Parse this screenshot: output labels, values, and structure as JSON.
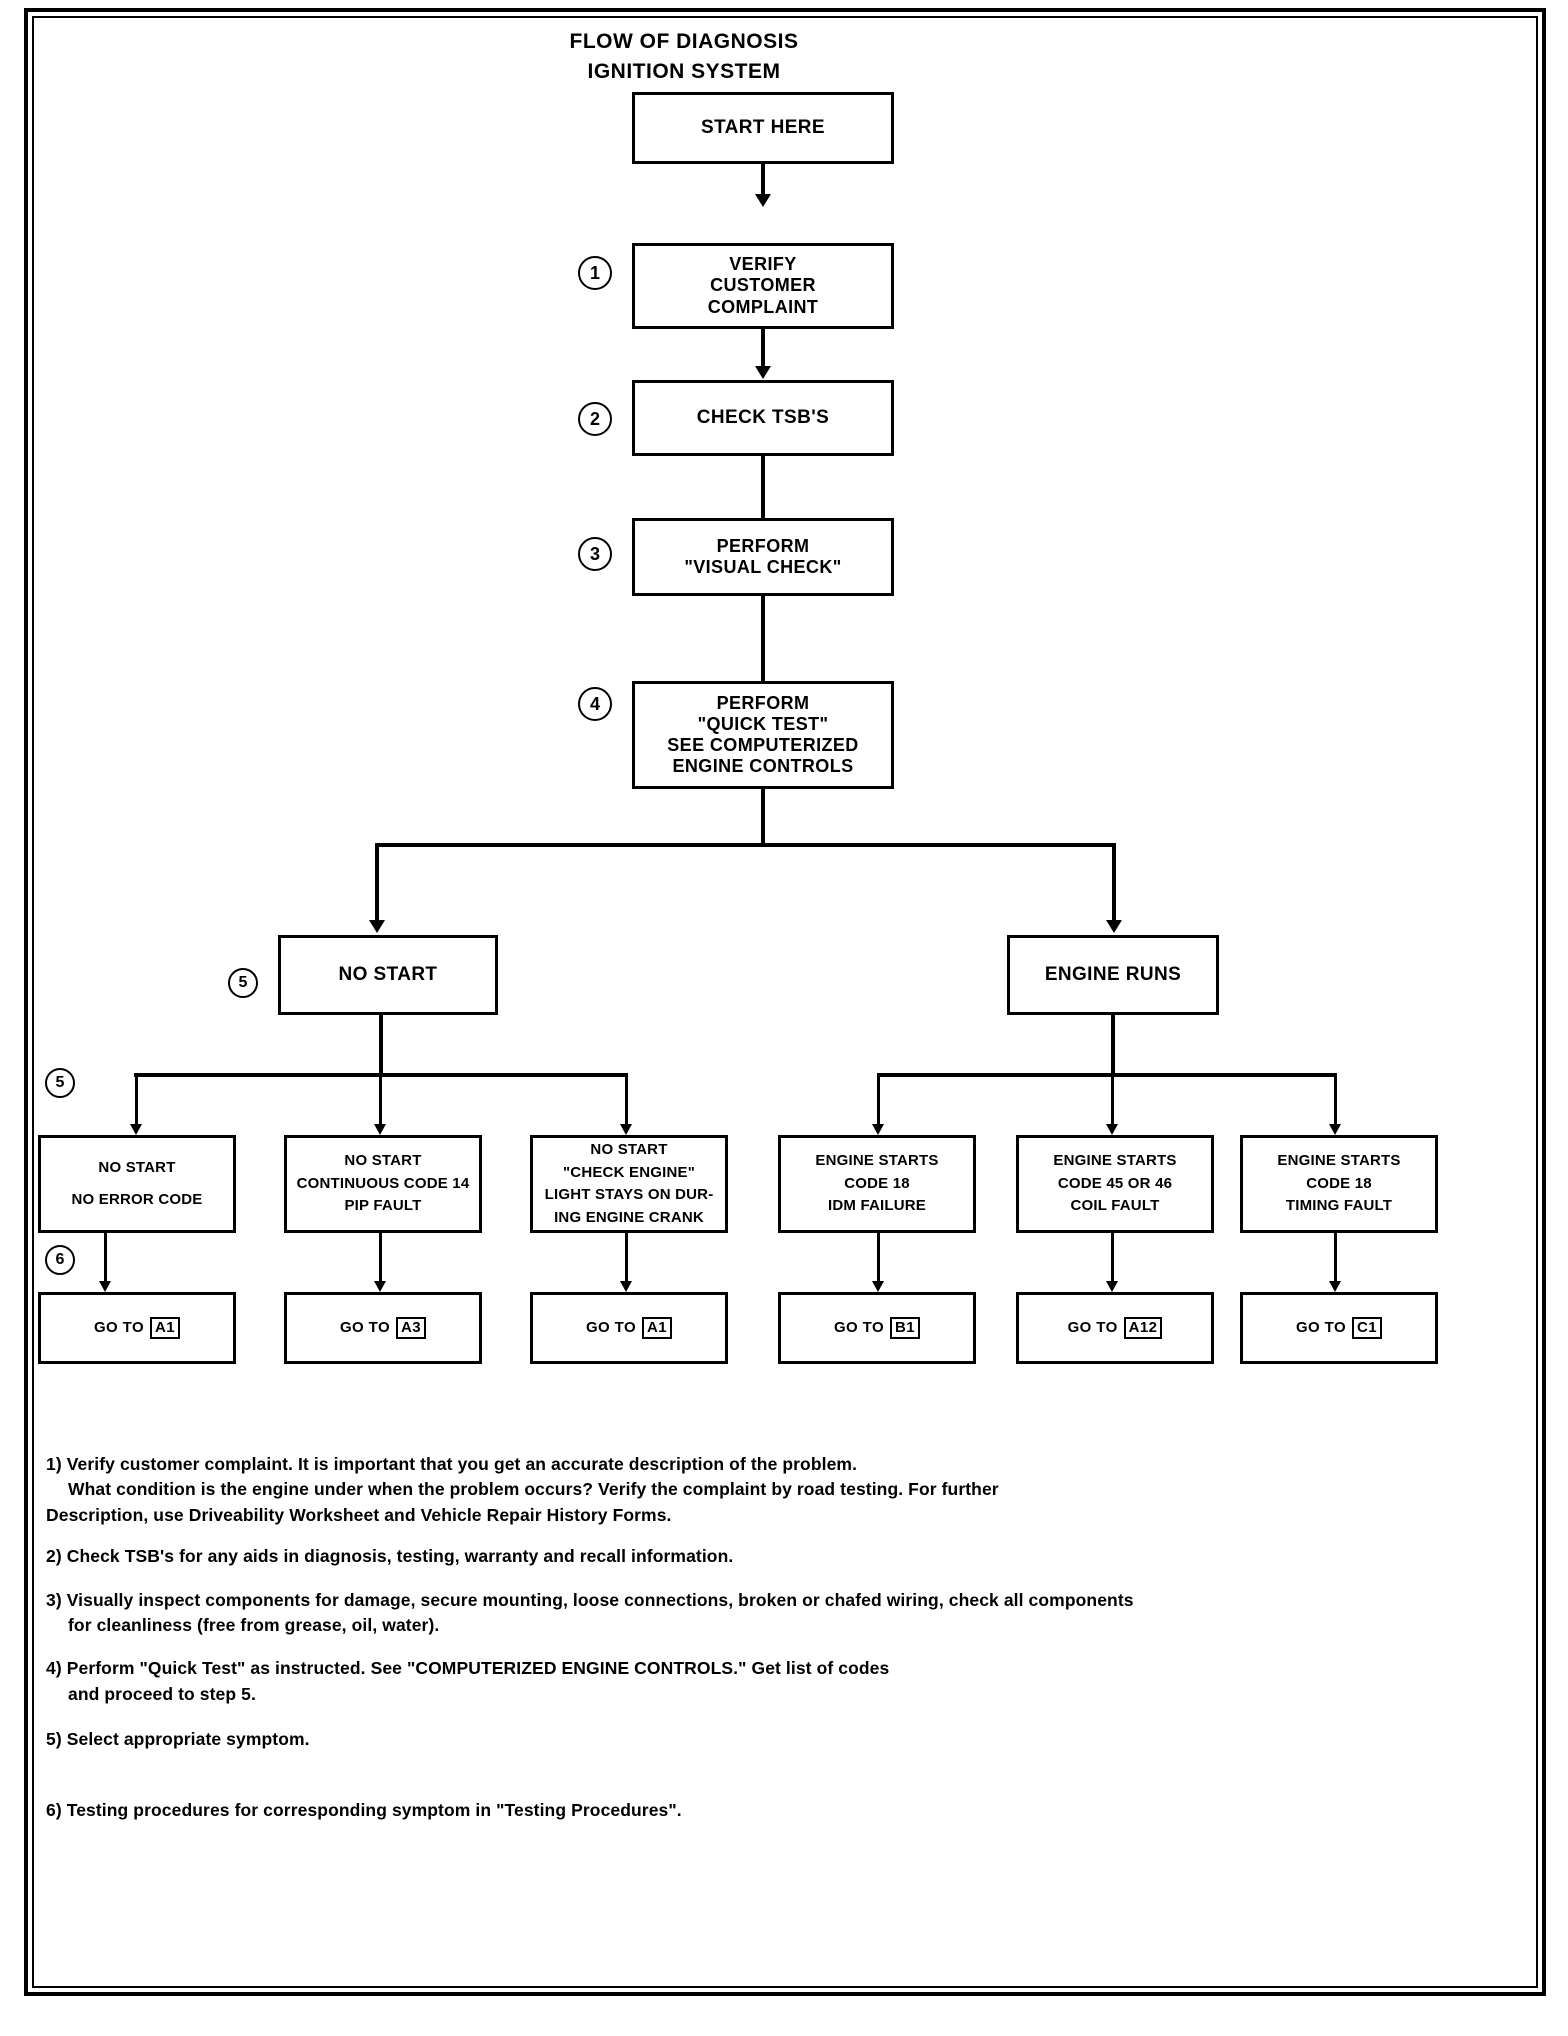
{
  "title": {
    "line1": "FLOW OF DIAGNOSIS",
    "line2": "IGNITION SYSTEM"
  },
  "flow": {
    "start": {
      "label": "START HERE"
    },
    "step1": {
      "number": "1",
      "lines": [
        "VERIFY",
        "CUSTOMER",
        "COMPLAINT"
      ]
    },
    "step2": {
      "number": "2",
      "lines": [
        "CHECK TSB'S"
      ]
    },
    "step3": {
      "number": "3",
      "lines": [
        "PERFORM",
        "\"VISUAL CHECK\""
      ]
    },
    "step4": {
      "number": "4",
      "lines": [
        "PERFORM",
        "\"QUICK TEST\"",
        "SEE COMPUTERIZED",
        "ENGINE CONTROLS"
      ]
    },
    "branch_left": {
      "number": "5",
      "label": "NO START"
    },
    "branch_right": {
      "label": "ENGINE RUNS"
    },
    "symptom_row_number": "5",
    "goto_row_number": "6",
    "symptoms": [
      {
        "lines": [
          "NO START",
          "",
          "NO ERROR CODE"
        ]
      },
      {
        "lines": [
          "NO START",
          "CONTINUOUS CODE 14",
          "PIP FAULT"
        ]
      },
      {
        "lines": [
          "NO START",
          "\"CHECK ENGINE\"",
          "LIGHT STAYS ON DUR-",
          "ING ENGINE CRANK"
        ]
      },
      {
        "lines": [
          "ENGINE STARTS",
          "CODE 18",
          "IDM FAILURE"
        ]
      },
      {
        "lines": [
          "ENGINE STARTS",
          "CODE 45 OR 46",
          "COIL FAULT"
        ]
      },
      {
        "lines": [
          "ENGINE STARTS",
          "CODE 18",
          "TIMING FAULT"
        ]
      }
    ],
    "gotos": [
      {
        "prefix": "GO TO",
        "code": "A1"
      },
      {
        "prefix": "GO TO",
        "code": "A3"
      },
      {
        "prefix": "GO TO",
        "code": "A1"
      },
      {
        "prefix": "GO TO",
        "code": "B1"
      },
      {
        "prefix": "GO TO",
        "code": "A12"
      },
      {
        "prefix": "GO TO",
        "code": "C1"
      }
    ]
  },
  "notes": [
    {
      "lines": [
        "1) Verify customer complaint. It is important that you get an accurate description of the problem.",
        "What condition is the engine under when the problem occurs? Verify the complaint by road testing.   For   further",
        "Description, use Driveability Worksheet and  Vehicle Repair History Forms."
      ]
    },
    {
      "lines": [
        "2) Check TSB's for any aids in diagnosis,  testing,  warranty and recall information."
      ]
    },
    {
      "lines": [
        "3) Visually inspect components for damage, secure mounting, loose connections, broken or chafed wiring, check all components",
        "for cleanliness (free from grease, oil, water)."
      ]
    },
    {
      "lines": [
        "4) Perform \"Quick Test\" as instructed.  See  \"COMPUTERIZED ENGINE CONTROLS.\"  Get list of codes",
        "and proceed to step 5."
      ]
    },
    {
      "lines": [
        "5) Select appropriate symptom."
      ]
    },
    {
      "lines": [
        "6) Testing procedures for corresponding symptom in \"Testing  Procedures\"."
      ]
    }
  ],
  "colors": {
    "ink": "#000000",
    "paper": "#ffffff"
  }
}
